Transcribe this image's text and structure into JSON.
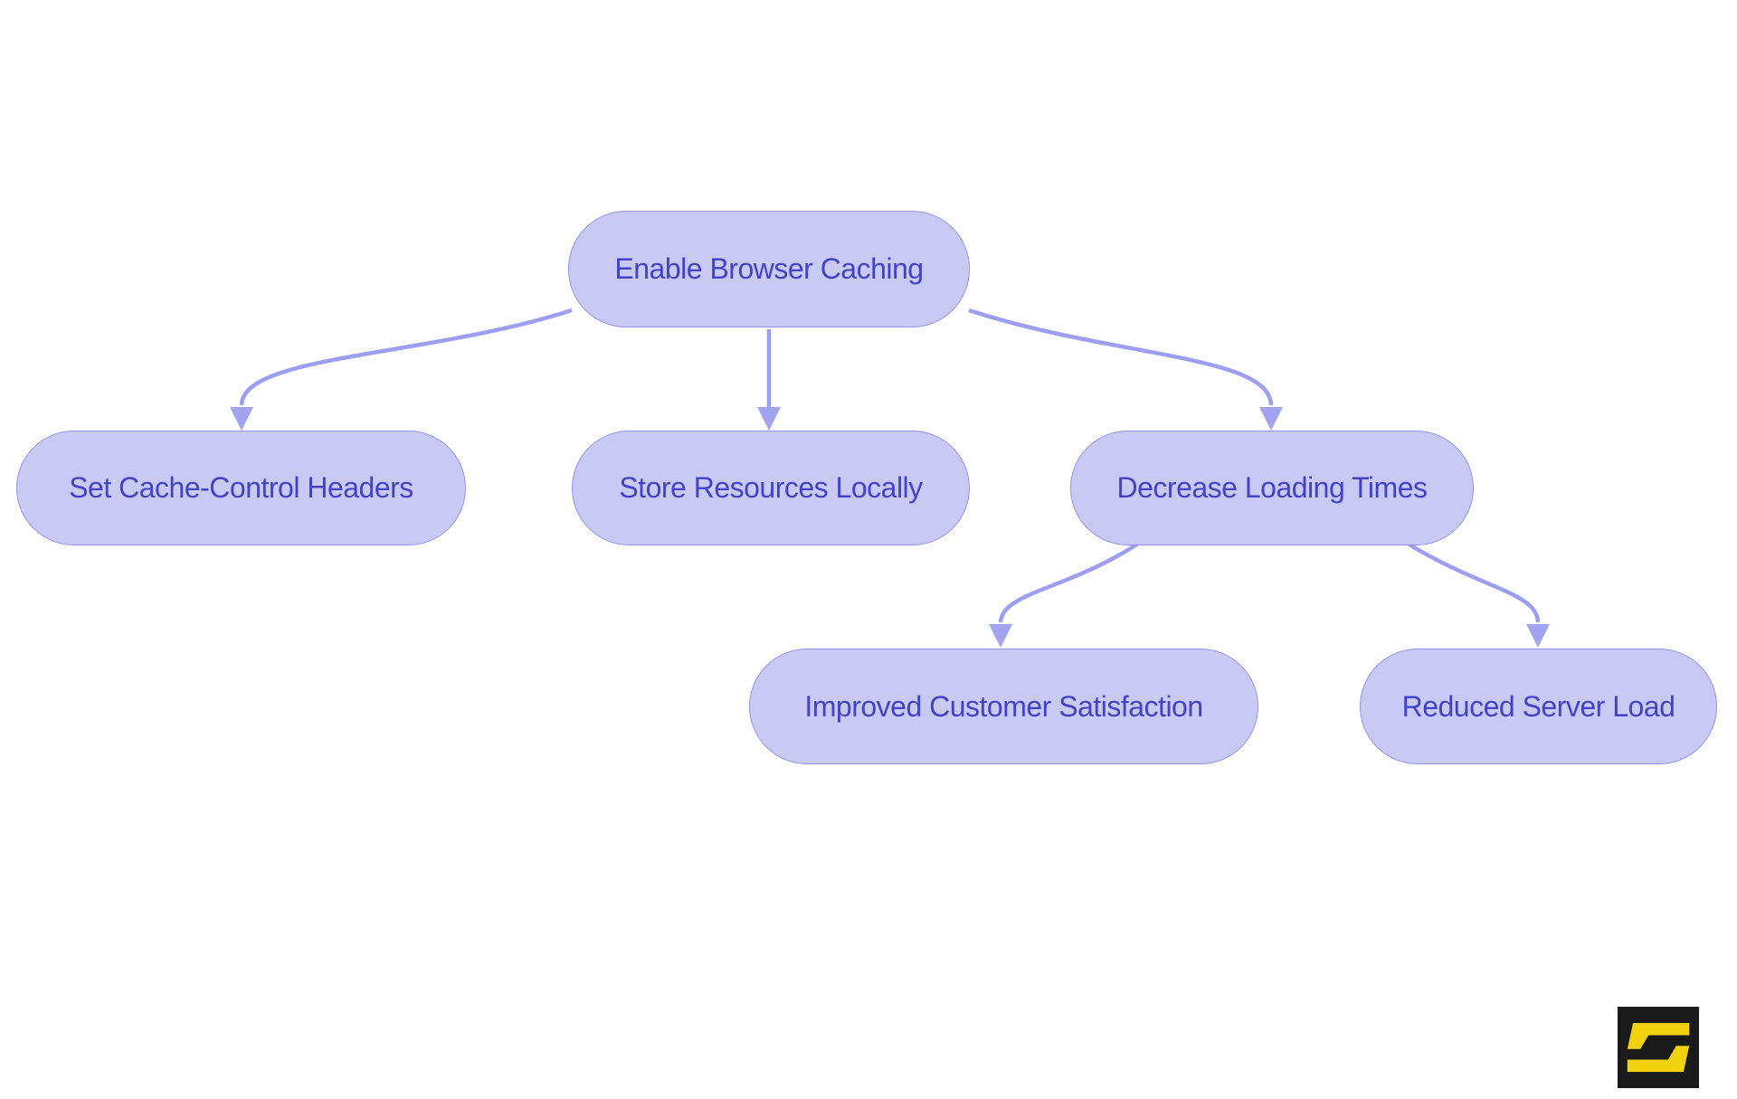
{
  "diagram": {
    "type": "flowchart",
    "nodes": [
      {
        "id": "enable-browser-caching",
        "label": "Enable Browser Caching",
        "level": 1
      },
      {
        "id": "set-cache-control-headers",
        "label": "Set Cache-Control Headers",
        "level": 2
      },
      {
        "id": "store-resources-locally",
        "label": "Store Resources Locally",
        "level": 2
      },
      {
        "id": "decrease-loading-times",
        "label": "Decrease Loading Times",
        "level": 2
      },
      {
        "id": "improved-customer-satisfaction",
        "label": "Improved Customer Satisfaction",
        "level": 3
      },
      {
        "id": "reduced-server-load",
        "label": "Reduced Server Load",
        "level": 3
      }
    ],
    "edges": [
      {
        "from": "enable-browser-caching",
        "to": "set-cache-control-headers"
      },
      {
        "from": "enable-browser-caching",
        "to": "store-resources-locally"
      },
      {
        "from": "enable-browser-caching",
        "to": "decrease-loading-times"
      },
      {
        "from": "decrease-loading-times",
        "to": "improved-customer-satisfaction"
      },
      {
        "from": "decrease-loading-times",
        "to": "reduced-server-load"
      }
    ],
    "colors": {
      "background": "#ffffff",
      "node_fill": "#c9caf4",
      "node_border": "#9193ee",
      "node_text": "#4242cb",
      "edge_line": "#9c9ff1",
      "arrowhead": "#a1a4f1"
    }
  },
  "logo": {
    "icon": "stylized-s-icon",
    "background": "#1a1a1a",
    "glyph_color": "#f2d20f"
  }
}
